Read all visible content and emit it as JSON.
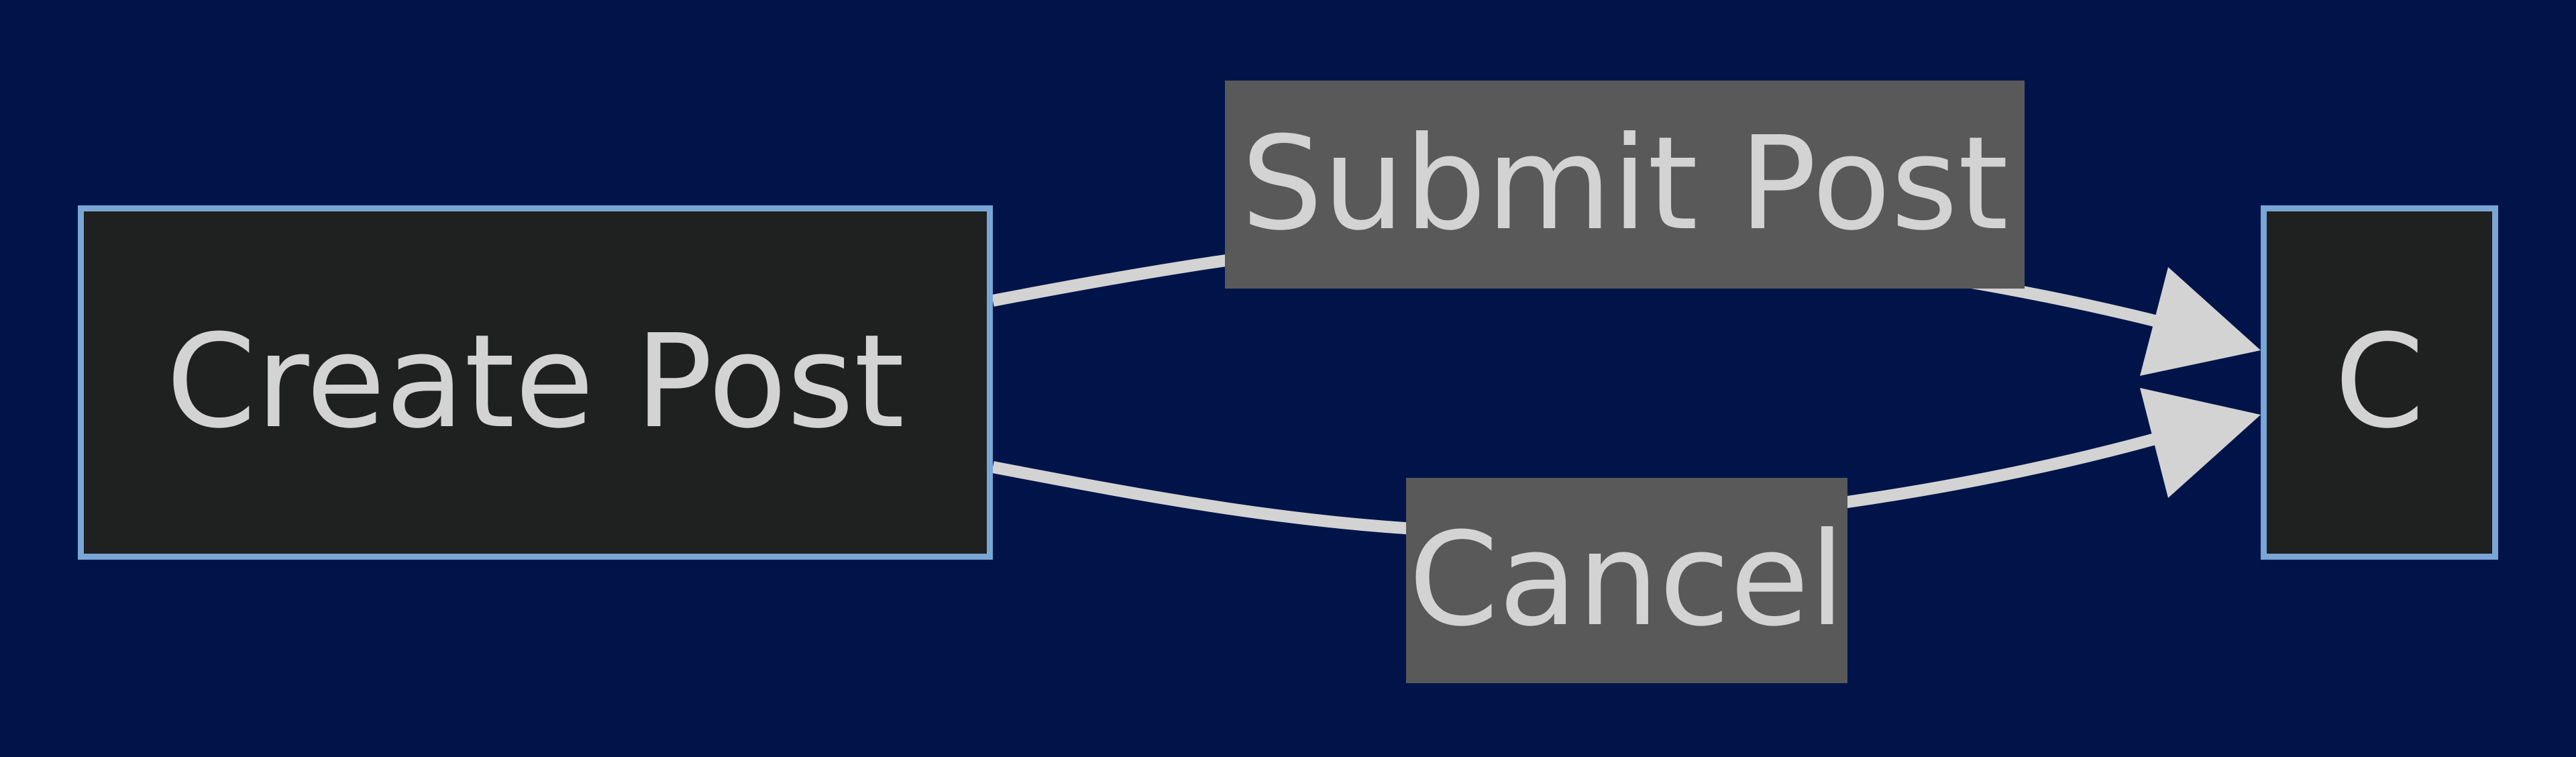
{
  "diagram": {
    "nodes": [
      {
        "id": "create_post",
        "label": "Create Post"
      },
      {
        "id": "c",
        "label": "C"
      }
    ],
    "edges": [
      {
        "from": "create_post",
        "to": "c",
        "label": "Submit Post"
      },
      {
        "from": "create_post",
        "to": "c",
        "label": "Cancel"
      }
    ],
    "colors": {
      "background": "#001449",
      "node_fill": "#1f2020",
      "node_border": "#7aa6d6",
      "label_fill": "#595959",
      "text": "#d3d3d3",
      "edge": "#d3d3d3"
    }
  }
}
